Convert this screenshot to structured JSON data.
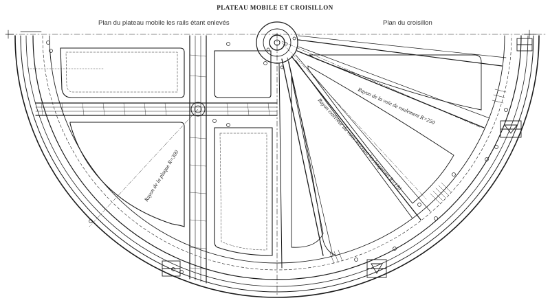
{
  "title": "PLATEAU MOBILE ET CROISILLON",
  "caption_left": "Plan du plateau mobile les rails étant enlevés",
  "caption_right": "Plan du croisillon",
  "labels": {
    "rayon_plaque": "Rayon de la plaque R=300",
    "rayon_voie": "Rayon de la voie de roulement R=250",
    "rayon_voie_sous": "Rayon extérieur du voile recevant les longerons R=170"
  },
  "colors": {
    "ink": "#1a1a1a",
    "paper": "#ffffff"
  }
}
